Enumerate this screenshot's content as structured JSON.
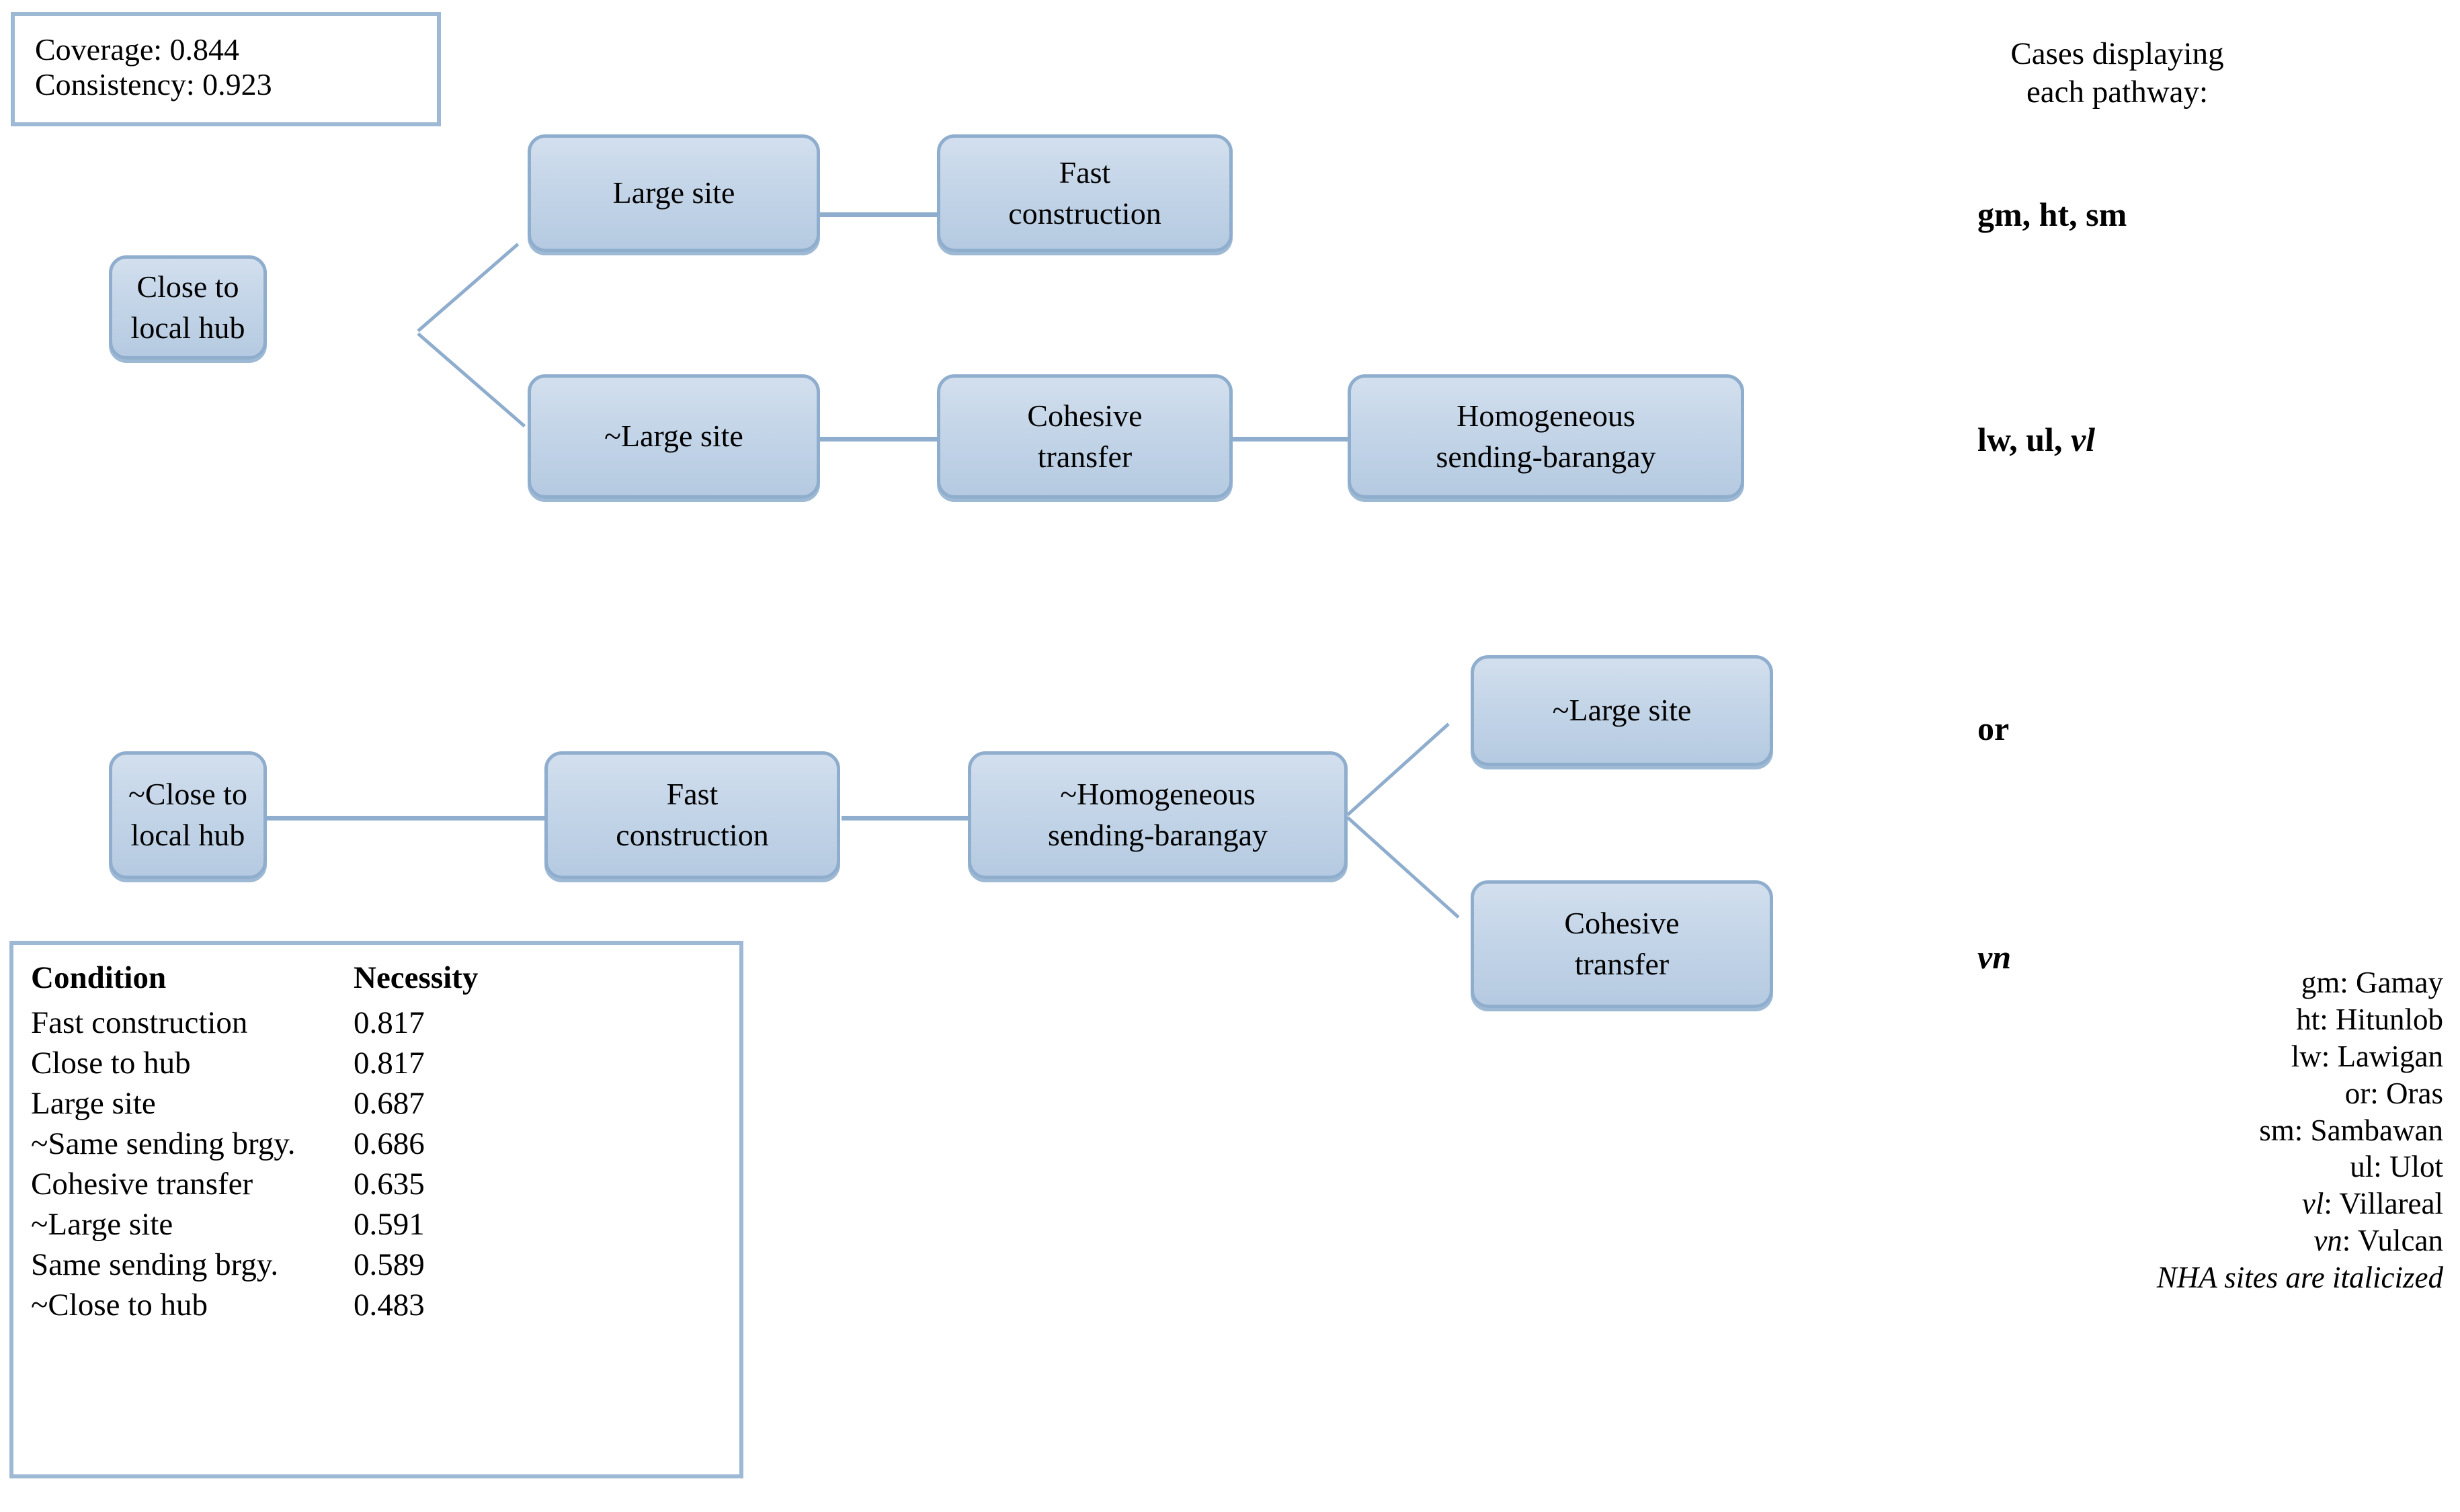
{
  "stats_box": {
    "coverage_label": "Coverage: 0.844",
    "consistency_label": "Consistency: 0.923"
  },
  "pathway_caption": {
    "line1": "Cases displaying",
    "line2": "each pathway:"
  },
  "flowchart_top": {
    "root": "Close to\nlocal hub",
    "branch_upper": [
      "Large site",
      "Fast\nconstruction"
    ],
    "branch_lower": [
      "~Large site",
      "Cohesive\ntransfer",
      "Homogeneous\nsending-barangay"
    ],
    "nodes": {
      "close_to_local_hub": "Close to",
      "close_to_local_hub_2": "local hub",
      "large_site": "Large site",
      "fast_construction": "Fast",
      "fast_construction_2": "construction",
      "not_large_site": "~Large site",
      "cohesive_transfer": "Cohesive",
      "cohesive_transfer_2": "transfer",
      "homogeneous": "Homogeneous",
      "homogeneous_2": "sending-barangay"
    }
  },
  "flowchart_bottom": {
    "nodes": {
      "not_close_to_local_hub": "~Close to",
      "not_close_to_local_hub_2": "local hub",
      "fast_construction": "Fast",
      "fast_construction_2": "construction",
      "not_homogeneous": "~Homogeneous",
      "not_homogeneous_2": "sending-barangay",
      "not_large_site": "~Large site",
      "cohesive_transfer": "Cohesive",
      "cohesive_transfer_2": "transfer"
    }
  },
  "pathway_cases": [
    {
      "id": "row1",
      "plain": "gm, ht, sm",
      "italic": ""
    },
    {
      "id": "row2",
      "plain": "lw, ul, ",
      "italic": "vl"
    },
    {
      "id": "row3",
      "plain": "or",
      "italic": ""
    },
    {
      "id": "row4",
      "plain": "",
      "italic": "vn"
    }
  ],
  "necessity_table": {
    "headers": [
      "Condition",
      "Necessity"
    ],
    "rows": [
      {
        "condition": "Fast construction",
        "necessity": "0.817"
      },
      {
        "condition": "Close to hub",
        "necessity": "0.817"
      },
      {
        "condition": "Large site",
        "necessity": "0.687"
      },
      {
        "condition": "~Same sending brgy.",
        "necessity": "0.686"
      },
      {
        "condition": "Cohesive transfer",
        "necessity": "0.635"
      },
      {
        "condition": "~Large site",
        "necessity": "0.591"
      },
      {
        "condition": "Same sending brgy.",
        "necessity": "0.589"
      },
      {
        "condition": "~Close to hub",
        "necessity": "0.483"
      }
    ]
  },
  "legend": {
    "entries": [
      {
        "abbr": "gm",
        "abbr_italic": false,
        "name": "Gamay"
      },
      {
        "abbr": "ht",
        "abbr_italic": false,
        "name": "Hitunlob"
      },
      {
        "abbr": "lw",
        "abbr_italic": false,
        "name": "Lawigan"
      },
      {
        "abbr": "or",
        "abbr_italic": false,
        "name": "Oras"
      },
      {
        "abbr": "sm",
        "abbr_italic": false,
        "name": "Sambawan"
      },
      {
        "abbr": "ul",
        "abbr_italic": false,
        "name": "Ulot"
      },
      {
        "abbr": "vl",
        "abbr_italic": true,
        "name": "Villareal"
      },
      {
        "abbr": "vn",
        "abbr_italic": true,
        "name": "Vulcan"
      }
    ],
    "note": "NHA sites are italicized"
  },
  "colors": {
    "node_border": "#8fadcd",
    "node_fill_top": "#d2dfee",
    "node_fill_bottom": "#b5cae1",
    "connector": "#8fadcd",
    "info_border": "#9db9d4"
  }
}
